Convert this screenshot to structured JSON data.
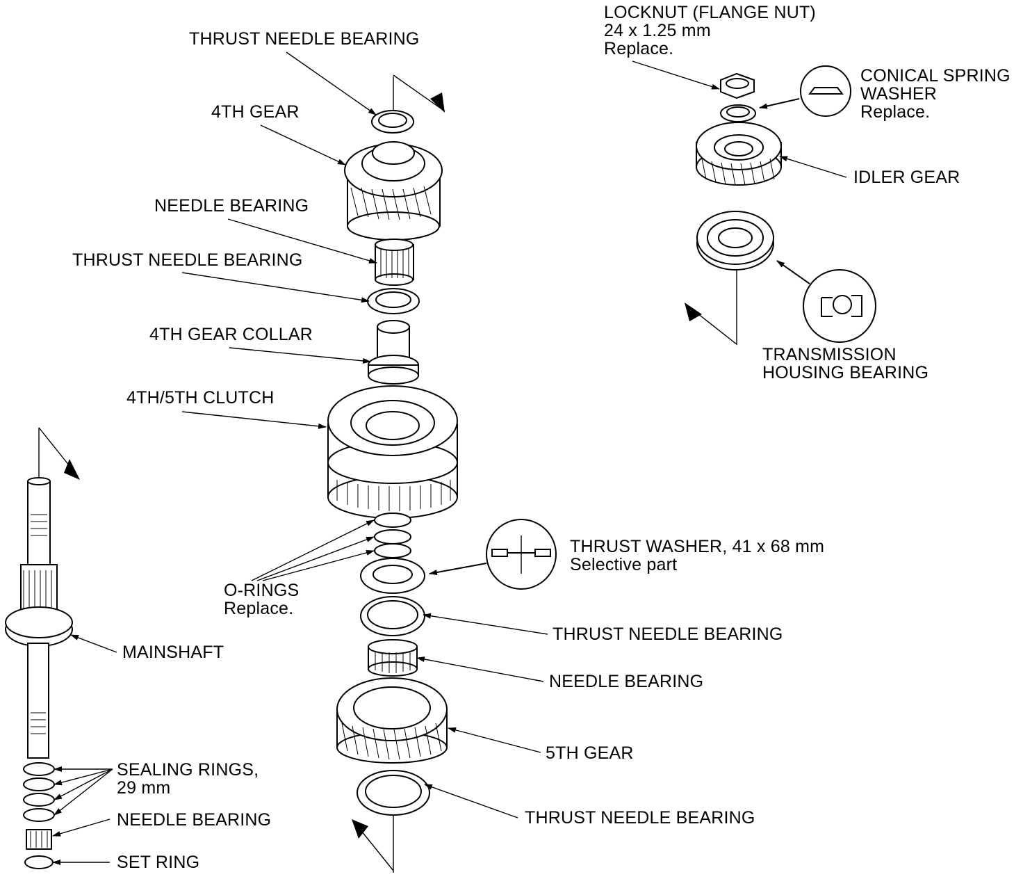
{
  "labels": {
    "thrust_needle_bearing_top": "THRUST NEEDLE BEARING",
    "gear_4th": "4TH GEAR",
    "needle_bearing_upper": "NEEDLE BEARING",
    "thrust_needle_bearing_upper": "THRUST NEEDLE BEARING",
    "gear_4th_collar": "4TH GEAR COLLAR",
    "clutch_4th_5th": "4TH/5TH CLUTCH",
    "o_rings": [
      "O-RINGS",
      "Replace."
    ],
    "thrust_washer": [
      "THRUST WASHER, 41 x 68 mm",
      "Selective part"
    ],
    "thrust_needle_bearing_middle": "THRUST NEEDLE BEARING",
    "needle_bearing_middle": "NEEDLE BEARING",
    "gear_5th": "5TH GEAR",
    "thrust_needle_bearing_bottom": "THRUST NEEDLE BEARING",
    "mainshaft": "MAINSHAFT",
    "sealing_rings": [
      "SEALING RINGS,",
      "29 mm"
    ],
    "needle_bearing_lower": "NEEDLE BEARING",
    "set_ring": "SET RING",
    "locknut": [
      "LOCKNUT (FLANGE NUT)",
      "24 x 1.25 mm",
      "Replace."
    ],
    "conical_spring_washer": [
      "CONICAL SPRING",
      "WASHER",
      "Replace."
    ],
    "idler_gear": "IDLER GEAR",
    "transmission_housing_bearing": [
      "TRANSMISSION",
      "HOUSING BEARING"
    ]
  },
  "icons": [
    "conical-spring-washer-detail-icon",
    "thrust-washer-detail-icon",
    "bearing-detail-icon"
  ]
}
